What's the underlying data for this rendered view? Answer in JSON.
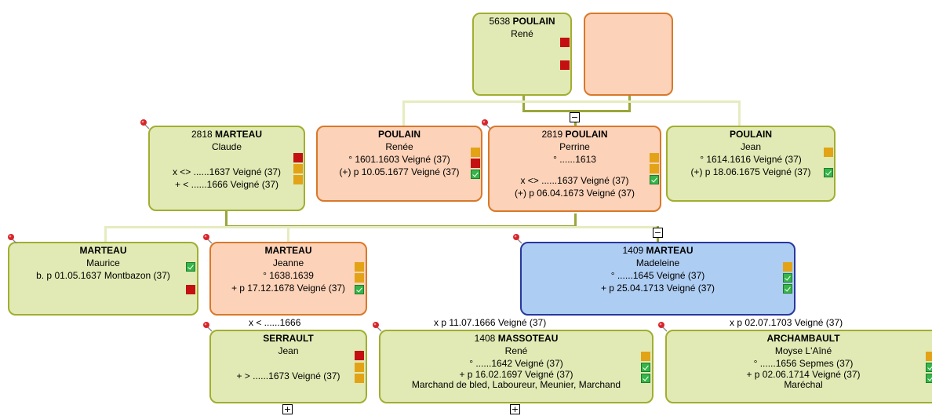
{
  "cards": {
    "rene": {
      "num": "5638",
      "surname": "POULAIN",
      "given": "René"
    },
    "claude": {
      "num": "2818",
      "surname": "MARTEAU",
      "given": "Claude",
      "l1": "x <> ......1637 Veigné (37)",
      "l2": "+ < ......1666 Veigné (37)"
    },
    "renee": {
      "surname": "POULAIN",
      "given": "Renée",
      "l1": "° 1601.1603 Veigné (37)",
      "l2": "(+) p 10.05.1677 Veigné (37)"
    },
    "perrine": {
      "num": "2819",
      "surname": "POULAIN",
      "given": "Perrine",
      "l1": "° ......1613",
      "l2": "x <> ......1637 Veigné (37)",
      "l3": "(+) p 06.04.1673 Veigné (37)"
    },
    "jean_p": {
      "surname": "POULAIN",
      "given": "Jean",
      "l1": "° 1614.1616 Veigné (37)",
      "l2": "(+) p 18.06.1675 Veigné (37)"
    },
    "maurice": {
      "surname": "MARTEAU",
      "given": "Maurice",
      "l1": "b. p 01.05.1637 Montbazon (37)"
    },
    "jeanne": {
      "surname": "MARTEAU",
      "given": "Jeanne",
      "l1": "° 1638.1639",
      "l2": "+ p 17.12.1678 Veigné (37)"
    },
    "madeleine": {
      "num": "1409",
      "surname": "MARTEAU",
      "given": "Madeleine",
      "l1": "° ......1645 Veigné (37)",
      "l2": "+ p 25.04.1713 Veigné (37)"
    },
    "jean_s": {
      "surname": "SERRAULT",
      "given": "Jean",
      "l1": "+ > ......1673 Veigné (37)"
    },
    "rene_m": {
      "num": "1408",
      "surname": "MASSOTEAU",
      "given": "René",
      "l1": "° ......1642 Veigné (37)",
      "l2": "+ p 16.02.1697 Veigné (37)",
      "l3": "Marchand de bled, Laboureur, Meunier, Marchand"
    },
    "moyse": {
      "surname": "ARCHAMBAULT",
      "given": "Moyse L'Aîné",
      "l1": "° ......1656 Sepmes (37)",
      "l2": "+ p 02.06.1714 Veigné (37)",
      "l3": "Maréchal"
    }
  },
  "marriages": {
    "jeanne_serrault": "x < ......1666",
    "madeleine_massoteau": "x p 11.07.1666 Veigné (37)",
    "madeleine_archambault": "x p 02.07.1703 Veigné (37)"
  },
  "toggles": {
    "collapse": "−",
    "expand": "+"
  },
  "icons": {
    "pin": "pushpin-icon",
    "red_marker": "red-status-marker",
    "orange_marker": "orange-status-marker",
    "green_marker": "green-check-marker"
  },
  "colors": {
    "male_bg": "#e1eab4",
    "female_bg": "#fcd2b8",
    "selected_bg": "#aecdf3",
    "selected_border": "#27389c"
  }
}
